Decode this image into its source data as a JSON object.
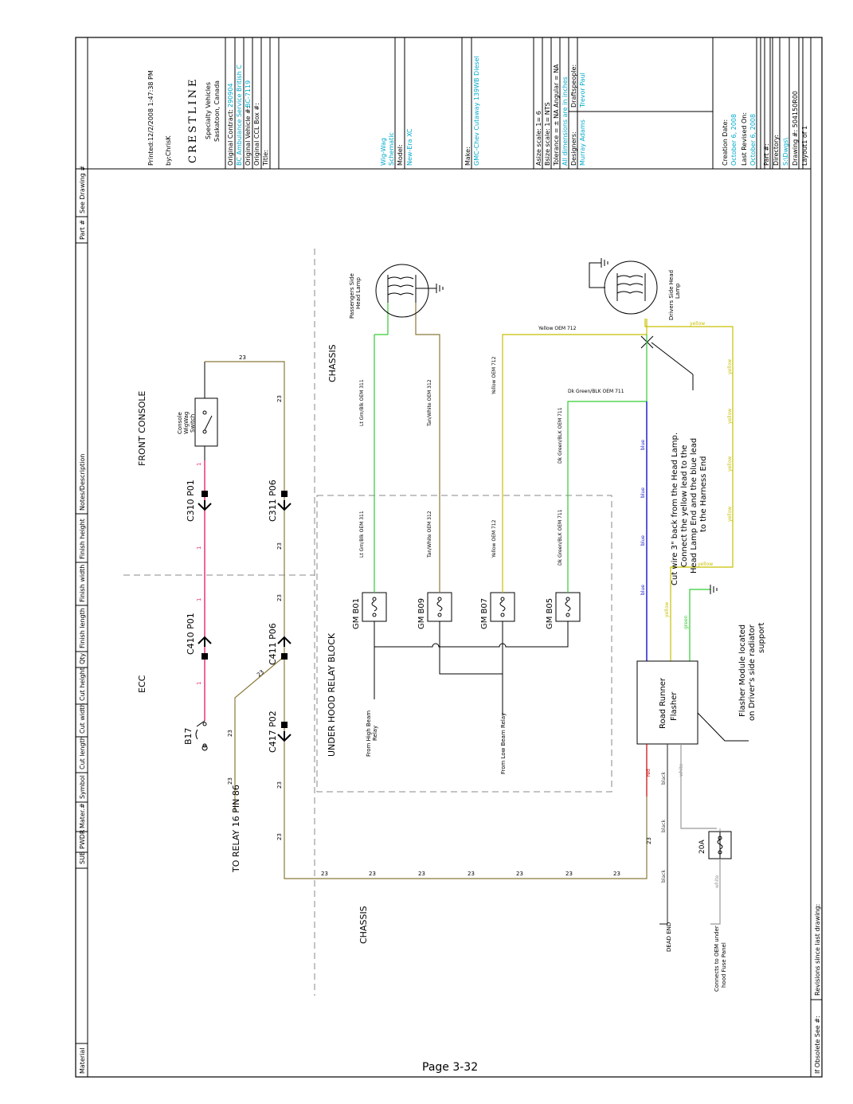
{
  "header_columns": [
    "Material",
    "SUB",
    "PWDR",
    "Mater.#",
    "Symbol",
    "Cut length",
    "Cut width",
    "Cut height",
    "Qty",
    "Finish length",
    "Finish width",
    "Finish height",
    "Notes/Description",
    "Part #",
    "See Drawing #"
  ],
  "title_block": {
    "printed": "Printed:12/2/2008 1:47:38 PM",
    "by": "by:ChrisK",
    "logo": "CRESTLINE",
    "company_line1": "Specialty Vehicles",
    "company_line2": "Saskatoon, Canada",
    "original_contract_label": "Original Contract:",
    "original_contract_value": "290904",
    "customer": "BC Ambulance Service British C",
    "original_vehicle_label": "Original Vehicle #:",
    "original_vehicle_value": "BC-7119",
    "ccl_box_label": "Original CCL Box #:",
    "title_label": "Title:",
    "title_value1": "Wig-Wag",
    "title_value2": "Schematic",
    "model_label": "Model:",
    "model_value": "New-Era XC",
    "make_label": "Make:",
    "make_value": "GMC-Chev Cutaway 139WB Diesel",
    "asize": "Asize scale: 1= 6",
    "bsize": "Bsize scale: 1= NTS",
    "tolerance": "Tolerance = ± NA  Angular = NA",
    "dims": "All dimensions are in inches",
    "designers_label": "Designers:",
    "designers_value": "Murray Adams",
    "draftspeople_label": "Draftspeople:",
    "draftspeople_value": "Trevor Paul",
    "creation_label": "Creation Date:",
    "creation_value": "October 6, 2008",
    "revised_label": "Last Revised On:",
    "revised_value": "October 6, 2008",
    "part_label": "Part #:",
    "directory_label": "Directory:",
    "directory_value": "S:\\Dwgs\\",
    "drawing_label": "Drawing #: 504150R00",
    "layout_label": "Layout1 of 1"
  },
  "footer": {
    "obsolete": "If Obsolete See #:",
    "revisions": "Revisions since last drawing:"
  },
  "page_number": "Page 3-32",
  "sections": {
    "ecc": "ECC",
    "front_console": "FRONT CONSOLE",
    "chassis_top": "CHASSIS",
    "chassis_bottom": "CHASSIS",
    "relay_block": "UNDER HOOD RELAY BLOCK"
  },
  "connectors": {
    "c310": "C310 P01",
    "c311": "C311 P06",
    "c410": "C410 P01",
    "c411": "C411 P06",
    "c417": "C417 P02",
    "b17": "B17"
  },
  "components": {
    "switch": [
      "Console",
      "WigWag",
      "Switch"
    ],
    "relay_86": "TO RELAY 16 PIN 86",
    "gm_b01": "GM B01",
    "gm_b09": "GM B09",
    "gm_b07": "GM B07",
    "gm_b05": "GM B05",
    "high_beam": [
      "From High Beam",
      "Relay"
    ],
    "low_beam": "From Low Beam Relay",
    "pass_lamp": [
      "Passengers Side",
      "Head Lamp"
    ],
    "drv_lamp": [
      "Drivers Side Head",
      "Lamp"
    ],
    "flasher": [
      "Road Runner",
      "Flasher"
    ],
    "fuse_20a": "20A",
    "dead_end": "DEAD END",
    "oem_conn": [
      "Connects to OEM under",
      "hood Fuse Panel"
    ]
  },
  "notes": {
    "cut_wire": [
      "Cut wire 3\" back from the Head Lamp.",
      "Connect the yellow lead to the",
      "Head Lamp End and the blue lead",
      "to the Harness End"
    ],
    "flasher_loc": [
      "Flasher Module located",
      "on Driver's side radiator",
      "support"
    ]
  },
  "wire_labels": {
    "w23": "23",
    "w1": "1",
    "lt_grn": "Lt Grn/Blk OEM 311",
    "tan": "Tan/White OEM 312",
    "yel": "Yellow OEM 712",
    "dkgrn": "Dk Green/BLK OEM 711",
    "red": "red",
    "black": "black",
    "white": "white",
    "blue": "blue",
    "yellow": "yellow",
    "green": "green"
  },
  "colors": {
    "pink": "#e8307a",
    "olive": "#8a7a3a",
    "green": "#33cc33",
    "yellow": "#c8c000",
    "blue": "#2020cc",
    "red": "#cc0000",
    "gray": "#999999",
    "cyan": "#00aacc"
  }
}
